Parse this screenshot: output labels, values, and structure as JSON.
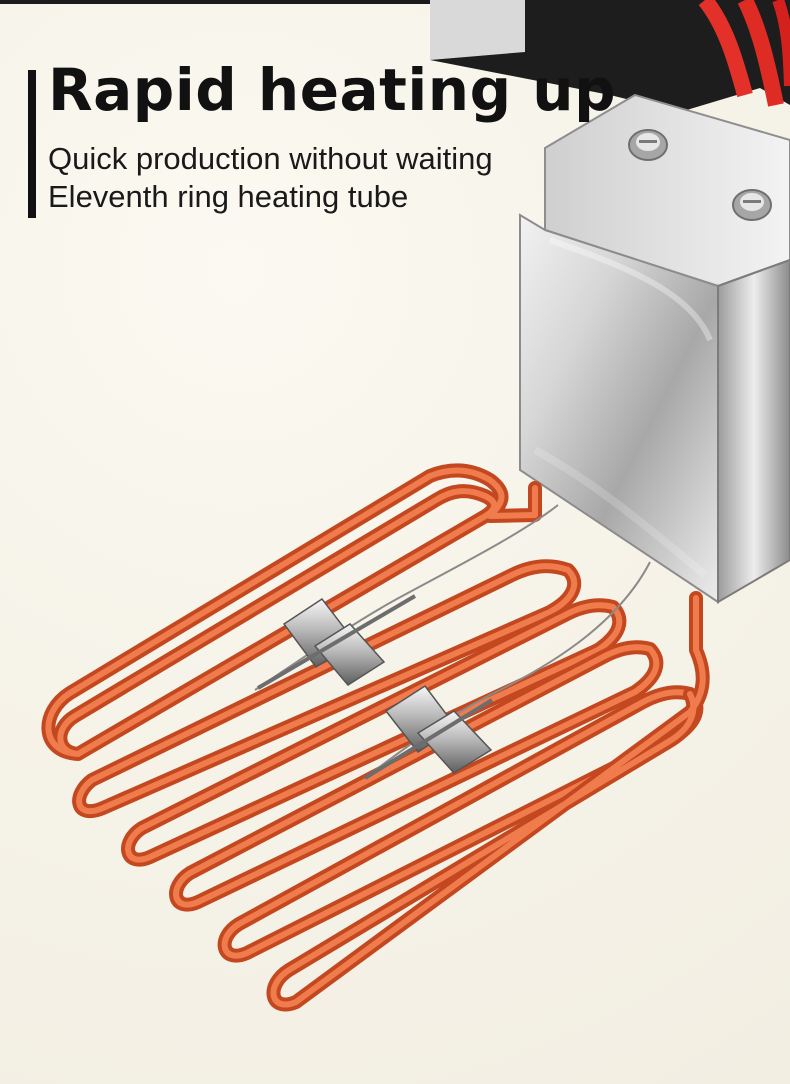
{
  "hero": {
    "title": "Rapid heating up",
    "subtitle_line_1": "Quick production without waiting",
    "subtitle_line_2": "Eleventh ring heating tube"
  }
}
